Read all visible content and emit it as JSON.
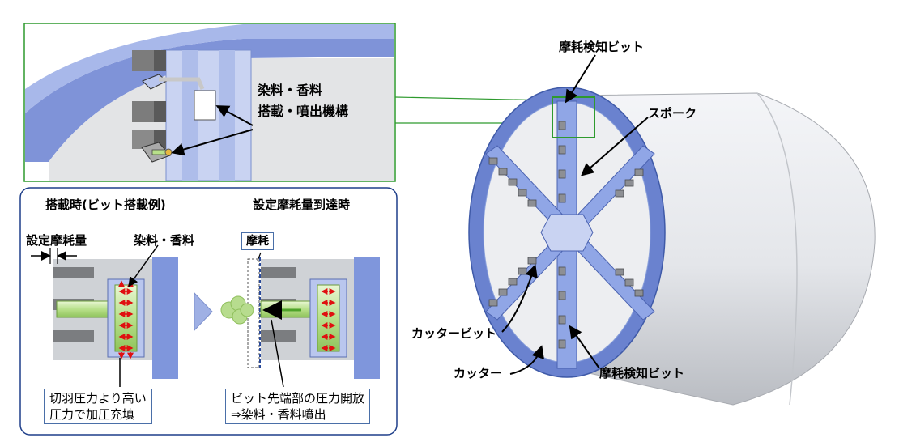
{
  "top_detail": {
    "label_line1": "染料・香料",
    "label_line2": "搭載・噴出機構"
  },
  "before_panel": {
    "title": "搭載時(ビット搭載例)",
    "wear_setting_label": "設定摩耗量",
    "dye_label": "染料・香料",
    "note_line1": "切羽圧力より高い",
    "note_line2": "圧力で加圧充填"
  },
  "after_panel": {
    "title": "設定摩耗量到達時",
    "wear_label": "摩耗",
    "note_line1": "ビット先端部の圧力開放",
    "note_line2": "⇒染料・香料噴出"
  },
  "machine": {
    "wear_bit_top": "摩耗検知ビット",
    "spoke": "スポーク",
    "cutter_bit": "カッタービット",
    "cutter": "カッター",
    "wear_bit_bottom": "摩耗検知ビット"
  }
}
